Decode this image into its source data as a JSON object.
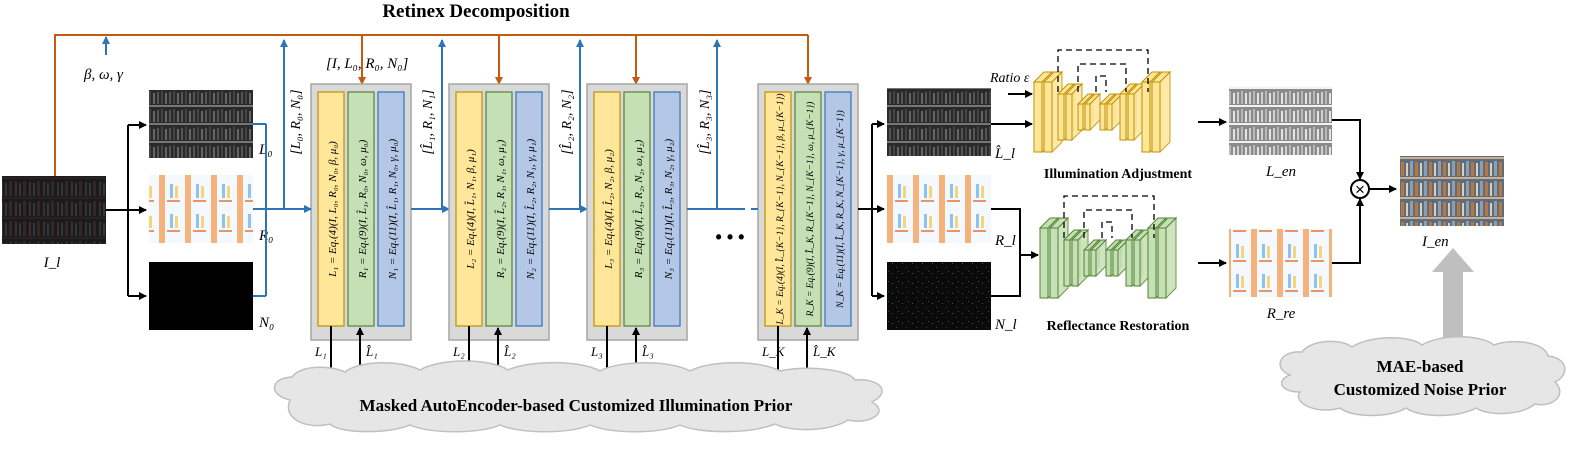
{
  "title": "Retinex Decomposition",
  "params_label": "β, ω, γ",
  "top_tuple": "[I, L₀, R₀, N₀]",
  "input_label": "I_l",
  "decomp_labels": {
    "L0": "L₀",
    "R0": "R₀",
    "N0": "N₀"
  },
  "stage_inputs": [
    "[L₀, R₀, N₀]",
    "[L̂₁, R₁, N₁]",
    "[L̂₂, R₂, N₂]",
    "[L̂₃, R₃, N₃]"
  ],
  "stages": [
    {
      "eq_L": "L₁ = Eq.(4)(I, L₀, R₀, N₀, β, μ₀)",
      "eq_R": "R₁ = Eq.(9)(I, L̂₁, R₀, N₀, ω, μ₀)",
      "eq_N": "N₁ = Eq.(11)(I, L̂₁, R₁, N₀, γ, μ₀)",
      "out_L": "L₁",
      "in_Lhat": "L̂₁"
    },
    {
      "eq_L": "L₂ = Eq.(4)(I, L̂₁, N₁, β, μ₁)",
      "eq_R": "R₂ = Eq.(9)(I, L̂₂, R₁, N₁, ω, μ₁)",
      "eq_N": "N₂ = Eq.(11)(I, L̂₂, R₂, N₁, γ, μ₁)",
      "out_L": "L₂",
      "in_Lhat": "L̂₂"
    },
    {
      "eq_L": "L₃ = Eq.(4)(I, L̂₂, N₂, β, μ₂)",
      "eq_R": "R₃ = Eq.(9)(I, L̂₃, R₂, N₂, ω, μ₂)",
      "eq_N": "N₃ = Eq.(11)(I, L̂₃, R₃, N₂, γ, μ₂)",
      "out_L": "L₃",
      "in_Lhat": "L̂₃"
    },
    {
      "eq_L": "L_K = Eq.(4)(I, L̂_{K−1}, R_{K−1}, N_{K−1}, β, μ_{K−1})",
      "eq_R": "R_K = Eq.(9)(I, L̂_K, R_{K−1}, N_{K−1}, ω, μ_{K−1})",
      "eq_N": "N_K = Eq.(11)(I, L̂_K, R_K, N_{K−1}, γ, μ_{K−1})",
      "out_L": "L_K",
      "in_Lhat": "L̂_K"
    }
  ],
  "ellipsis": "• • •",
  "output_labels": {
    "L": "L̂_l",
    "R": "R_l",
    "N": "N_l"
  },
  "ratio_label": "Ratio ε",
  "illum_adjust_label": "Illumination Adjustment",
  "reflect_restore_label": "Reflectance Restoration",
  "L_en": "L_en",
  "R_re": "R_re",
  "I_en": "I_en",
  "multiply_symbol": "×",
  "cloud_illum": "Masked AutoEncoder-based Customized Illumination Prior",
  "cloud_noise_line1": "MAE-based",
  "cloud_noise_line2": "Customized Noise Prior",
  "colors": {
    "orange": "#c55a11",
    "blue": "#2e75b6",
    "yellow_fill": "#ffe699",
    "yellow_edge": "#bf9000",
    "green_fill": "#c5e0b4",
    "green_edge": "#548235",
    "eq_blue_fill": "#b4c7e7",
    "panel_fill": "#d9d9d9",
    "cloud_fill": "#e7e6e6"
  }
}
